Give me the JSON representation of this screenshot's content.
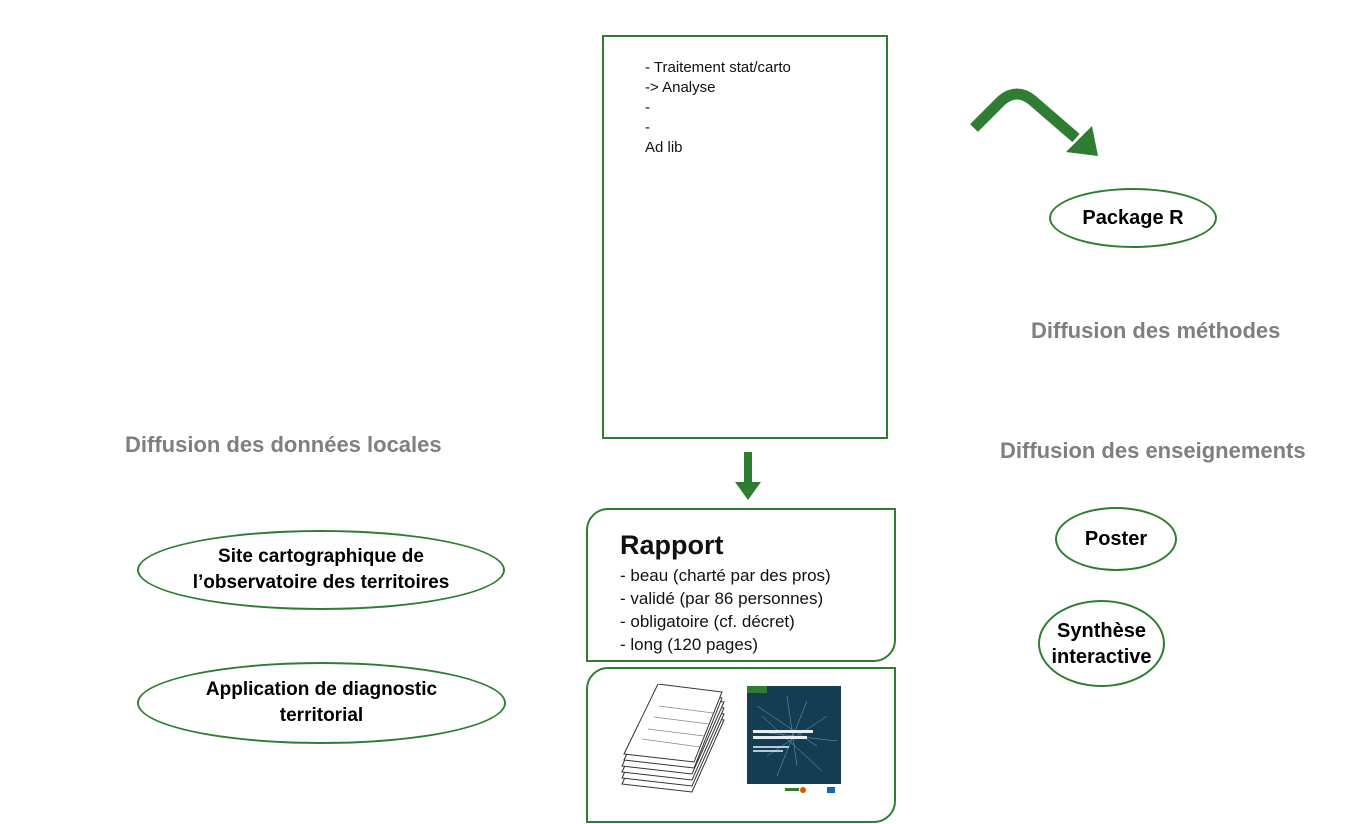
{
  "notes": {
    "lines": [
      "- Traitement stat/carto",
      "-> Analyse",
      "-",
      "-",
      "Ad lib"
    ]
  },
  "report": {
    "title": "Rapport",
    "lines": [
      "- beau (charté par des pros)",
      "- validé (par 86 personnes)",
      "- obligatoire (cf. décret)",
      "- long (120 pages)"
    ]
  },
  "left": {
    "heading": "Diffusion des données locales",
    "items": [
      {
        "lines": [
          "Site cartographique de",
          "l’observatoire des territoires"
        ]
      },
      {
        "lines": [
          "Application de diagnostic",
          "territorial"
        ]
      }
    ]
  },
  "right": {
    "methods_heading": "Diffusion des méthodes",
    "package_label": "Package R",
    "lessons_heading": "Diffusion des enseignements",
    "poster_label": "Poster",
    "synthese_lines": [
      "Synthèse",
      "interactive"
    ]
  },
  "colors": {
    "accent": "#2e7d32",
    "heading": "#7f7f7f"
  },
  "icons": [
    "paper-stack-icon",
    "report-cover-thumbnail",
    "down-arrow-icon",
    "curved-arrow-icon"
  ]
}
